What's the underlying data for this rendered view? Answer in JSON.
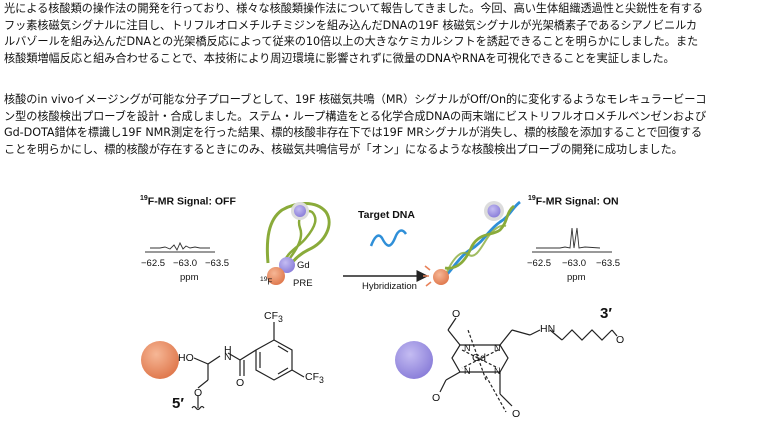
{
  "paragraphs": [
    "光による核酸類の操作法の開発を行っており、様々な核酸類操作法について報告してきました。今回、高い生体組織透過性と尖鋭性を有する\nフッ素核磁気シグナルに注目し、トリフルオロメチルチミジンを組み込んだDNAの19F 核磁気シグナルが光架橋素子であるシアノビニルカ\nルバゾールを組み込んだDNAとの光架橋反応によって従来の10倍以上の大きなケミカルシフトを誘起できることを明らかにしました。また\n核酸類増幅反応と組み合わせることで、本技術により周辺環境に影響されずに微量のDNAやRNAを可視化できることを実証しました。",
    "核酸のin vivoイメージングが可能な分子プローブとして、19F 核磁気共鳴（MR）シグナルがOff/On的に変化するようなモレキュラービーコ\nン型の核酸検出プローブを設計・合成しました。ステム・ループ構造をとる化学合成DNAの両末端にビストリフルオロメチルベンゼンおよび\nGd-DOTA錯体を標識し19F NMR測定を行った結果、標的核酸非存在下では19F MRシグナルが消失し、標的核酸を添加することで回復する\nことを明らかにし、標的核酸が存在するときにのみ、核磁気共鳴信号が「オン」になるような核酸検出プローブの開発に成功しました。"
  ],
  "figure": {
    "signal_off": {
      "sup": "19",
      "text": "F-MR Signal: OFF"
    },
    "signal_on": {
      "sup": "19",
      "text": "F-MR Signal: ON"
    },
    "ticks": [
      "−62.5",
      "−63.0",
      "−63.5"
    ],
    "axis_unit": "ppm",
    "target_dna": "Target DNA",
    "hybridization": "Hybridization",
    "gd_label": "Gd",
    "f_label_sup": "19",
    "f_label": "F",
    "pre_label": "PRE",
    "cf3": "CF",
    "cf3_sub": "3",
    "ho": "HO",
    "nh": "H",
    "n": "N",
    "o": "O",
    "gd": "Gd",
    "prime5": "5′",
    "prime3": "3′",
    "colors": {
      "fluorine": "#e8825a",
      "gd": "#9b8fe0",
      "dna_green": "#8aab3a",
      "dna_blue": "#2f8fd8"
    }
  }
}
